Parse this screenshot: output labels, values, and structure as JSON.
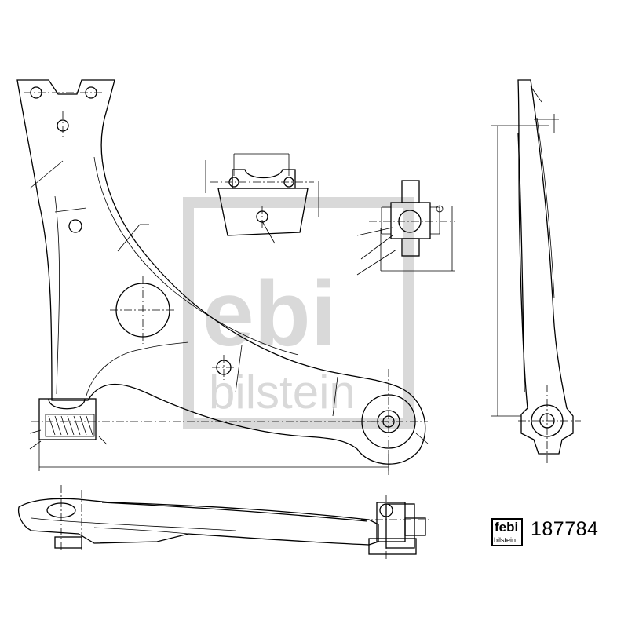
{
  "watermark": {
    "brand": "ebi",
    "sub": "bilstein"
  },
  "logo": {
    "brand": "febi",
    "sub": "bilstein"
  },
  "part_number": "187784"
}
